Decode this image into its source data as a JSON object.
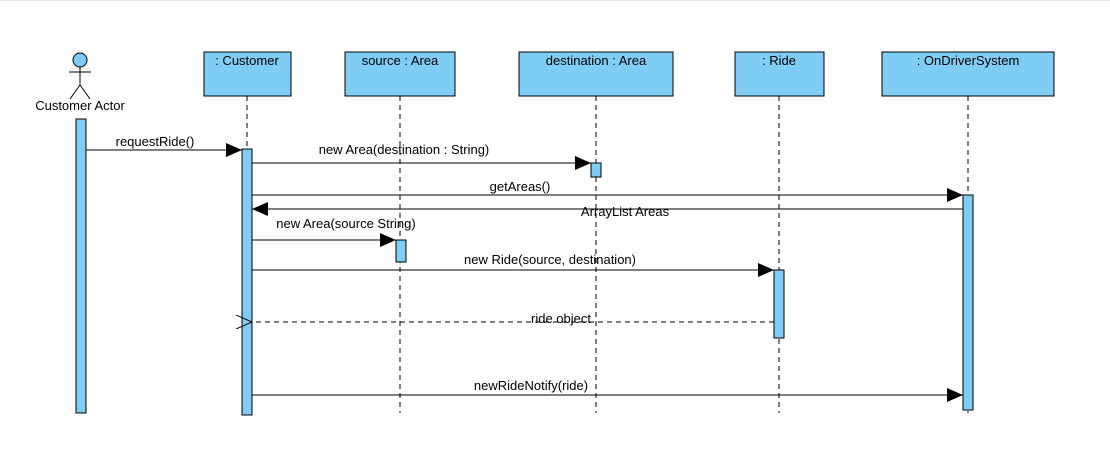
{
  "colors": {
    "participant_fill": "#7fcdf4",
    "activation_fill": "#7fcdf4",
    "stroke": "#000000",
    "background": "#ffffff"
  },
  "actor": {
    "label": "Customer Actor",
    "icon": "stick-figure-icon"
  },
  "participants": [
    {
      "id": "customer",
      "label": ": Customer"
    },
    {
      "id": "source",
      "label": "source : Area"
    },
    {
      "id": "destination",
      "label": "destination : Area"
    },
    {
      "id": "ride",
      "label": ": Ride"
    },
    {
      "id": "driversystem",
      "label": ": OnDriverSystem"
    }
  ],
  "messages": [
    {
      "id": "requestride",
      "label": "requestRide()",
      "from": "actor",
      "to": "customer",
      "type": "sync"
    },
    {
      "id": "new-area-destination",
      "label": "new Area(destination : String)",
      "from": "customer",
      "to": "destination",
      "type": "sync"
    },
    {
      "id": "getareas",
      "label": "getAreas()",
      "from": "customer",
      "to": "driversystem",
      "type": "sync"
    },
    {
      "id": "arraylist-areas",
      "label": "ArrayList Areas",
      "from": "driversystem",
      "to": "customer",
      "type": "return-solid"
    },
    {
      "id": "new-area-source",
      "label": "new Area(source String)",
      "from": "customer",
      "to": "source",
      "type": "sync"
    },
    {
      "id": "new-ride",
      "label": "new Ride(source, destination)",
      "from": "customer",
      "to": "ride",
      "type": "sync"
    },
    {
      "id": "ride-object",
      "label": "ride object",
      "from": "ride",
      "to": "customer",
      "type": "return-dashed"
    },
    {
      "id": "newridenotify",
      "label": "newRideNotify(ride)",
      "from": "customer",
      "to": "driversystem",
      "type": "sync"
    }
  ]
}
